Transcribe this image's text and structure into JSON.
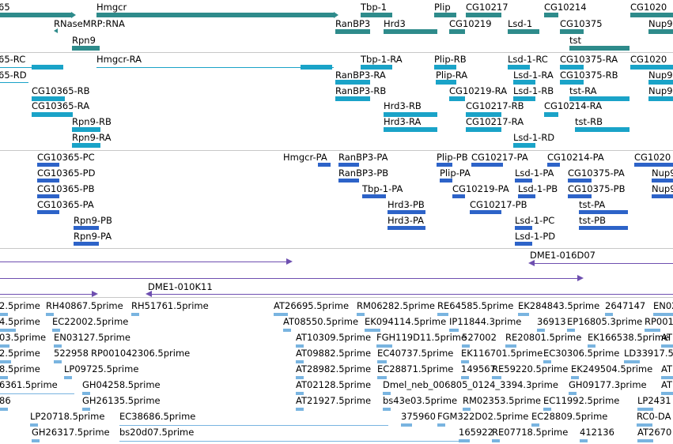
{
  "colors": {
    "gene": "#2e8b8b",
    "transcript_rna": "#1aa3c8",
    "transcript_protein": "#2d63c8",
    "clone": "#6e4fb0",
    "est": "#79b4e0",
    "separator": "#c8c8c8"
  },
  "genes": [
    {
      "label": "65"
    },
    {
      "label": "Hmgcr"
    },
    {
      "label": "Tbp-1"
    },
    {
      "label": "Plip"
    },
    {
      "label": "CG10217"
    },
    {
      "label": "CG10214"
    },
    {
      "label": "CG1020"
    },
    {
      "label": "RNaseMRP:RNA"
    },
    {
      "label": "RanBP3"
    },
    {
      "label": "Hrd3"
    },
    {
      "label": "CG10219"
    },
    {
      "label": "Lsd-1"
    },
    {
      "label": "CG10375"
    },
    {
      "label": "Nup9"
    },
    {
      "label": "Rpn9"
    },
    {
      "label": "tst"
    }
  ],
  "rna_transcripts": [
    {
      "label": "65-RC"
    },
    {
      "label": "Hmgcr-RA"
    },
    {
      "label": "Tbp-1-RA"
    },
    {
      "label": "Plip-RB"
    },
    {
      "label": "Lsd-1-RC"
    },
    {
      "label": "CG10375-RA"
    },
    {
      "label": "CG1020"
    },
    {
      "label": "65-RD"
    },
    {
      "label": "RanBP3-RA"
    },
    {
      "label": "Plip-RA"
    },
    {
      "label": "Lsd-1-RA"
    },
    {
      "label": "CG10375-RB"
    },
    {
      "label": "Nup9"
    },
    {
      "label": "CG10365-RB"
    },
    {
      "label": "RanBP3-RB"
    },
    {
      "label": "CG10219-RA"
    },
    {
      "label": "Lsd-1-RB"
    },
    {
      "label": "tst-RA"
    },
    {
      "label": "Nup9"
    },
    {
      "label": "CG10365-RA"
    },
    {
      "label": "Hrd3-RB"
    },
    {
      "label": "CG10217-RB"
    },
    {
      "label": "CG10214-RA"
    },
    {
      "label": "Rpn9-RB"
    },
    {
      "label": "Hrd3-RA"
    },
    {
      "label": "CG10217-RA"
    },
    {
      "label": "tst-RB"
    },
    {
      "label": "Rpn9-RA"
    },
    {
      "label": "Lsd-1-RD"
    }
  ],
  "protein_transcripts": [
    {
      "label": "CG10365-PC"
    },
    {
      "label": "Hmgcr-PA"
    },
    {
      "label": "RanBP3-PA"
    },
    {
      "label": "Plip-PB"
    },
    {
      "label": "CG10217-PA"
    },
    {
      "label": "CG10214-PA"
    },
    {
      "label": "CG1020"
    },
    {
      "label": "CG10365-PD"
    },
    {
      "label": "RanBP3-PB"
    },
    {
      "label": "Plip-PA"
    },
    {
      "label": "Lsd-1-PA"
    },
    {
      "label": "CG10375-PA"
    },
    {
      "label": "Nup9"
    },
    {
      "label": "CG10365-PB"
    },
    {
      "label": "Tbp-1-PA"
    },
    {
      "label": "CG10219-PA"
    },
    {
      "label": "Lsd-1-PB"
    },
    {
      "label": "CG10375-PB"
    },
    {
      "label": "Nup9"
    },
    {
      "label": "CG10365-PA"
    },
    {
      "label": "Hrd3-PB"
    },
    {
      "label": "CG10217-PB"
    },
    {
      "label": "tst-PA"
    },
    {
      "label": "Rpn9-PB"
    },
    {
      "label": "Hrd3-PA"
    },
    {
      "label": "Lsd-1-PC"
    },
    {
      "label": "tst-PB"
    },
    {
      "label": "Rpn9-PA"
    },
    {
      "label": "Lsd-1-PD"
    }
  ],
  "clones": [
    {
      "label": "DME1-016D07"
    },
    {
      "label": "DME1-010K11"
    }
  ],
  "ests": [
    {
      "label": "2.5prime"
    },
    {
      "label": "RH40867.5prime"
    },
    {
      "label": "RH51761.5prime"
    },
    {
      "label": "AT26695.5prime"
    },
    {
      "label": "RM06282.5prime"
    },
    {
      "label": "RE64585.5prime"
    },
    {
      "label": "EK284843.5prime"
    },
    {
      "label": "2647147"
    },
    {
      "label": "EN02"
    },
    {
      "label": "4.5prime"
    },
    {
      "label": "EC22002.5prime"
    },
    {
      "label": "AT08550.5prime"
    },
    {
      "label": "EK094114.5prime"
    },
    {
      "label": "IP11844.3prime"
    },
    {
      "label": "36913"
    },
    {
      "label": "EP16805.3prime"
    },
    {
      "label": "RP001"
    },
    {
      "label": "03.5prime"
    },
    {
      "label": "EN03127.5prime"
    },
    {
      "label": "AT10309.5prime"
    },
    {
      "label": "FGH119D11.5prime"
    },
    {
      "label": "527002"
    },
    {
      "label": "RE20801.5prime"
    },
    {
      "label": "EK166538.5prime"
    },
    {
      "label": "AT"
    },
    {
      "label": "2.5prime"
    },
    {
      "label": "522958"
    },
    {
      "label": "RP001042306.5prime"
    },
    {
      "label": "AT09882.5prime"
    },
    {
      "label": "EC40737.5prime"
    },
    {
      "label": "EK116701.5prime"
    },
    {
      "label": "EC30306.5prime"
    },
    {
      "label": "LD33917.5"
    },
    {
      "label": "8.5prime"
    },
    {
      "label": "LP09725.5prime"
    },
    {
      "label": "AT28982.5prime"
    },
    {
      "label": "EC28871.5prime"
    },
    {
      "label": "149567"
    },
    {
      "label": "RE59220.5prime"
    },
    {
      "label": "EK249504.5prime"
    },
    {
      "label": "AT"
    },
    {
      "label": "6361.5prime"
    },
    {
      "label": "GH04258.5prime"
    },
    {
      "label": "AT02128.5prime"
    },
    {
      "label": "Dmel_neb_006805_0124_3394.3prime"
    },
    {
      "label": "GH09177.3prime"
    },
    {
      "label": "AT"
    },
    {
      "label": "86"
    },
    {
      "label": "GH26135.5prime"
    },
    {
      "label": "AT21927.5prime"
    },
    {
      "label": "bs43e03.5prime"
    },
    {
      "label": "RM02353.5prime"
    },
    {
      "label": "EC11992.5prime"
    },
    {
      "label": "LP2431"
    },
    {
      "label": "LP20718.5prime"
    },
    {
      "label": "EC38686.5prime"
    },
    {
      "label": "375960"
    },
    {
      "label": "FGM322D02.5prime"
    },
    {
      "label": "EC28809.5prime"
    },
    {
      "label": "RC0-DA"
    },
    {
      "label": "GH26317.5prime"
    },
    {
      "label": "bs20d07.5prime"
    },
    {
      "label": "165922"
    },
    {
      "label": "RE07718.5prime"
    },
    {
      "label": "412136"
    },
    {
      "label": "AT2670"
    }
  ]
}
